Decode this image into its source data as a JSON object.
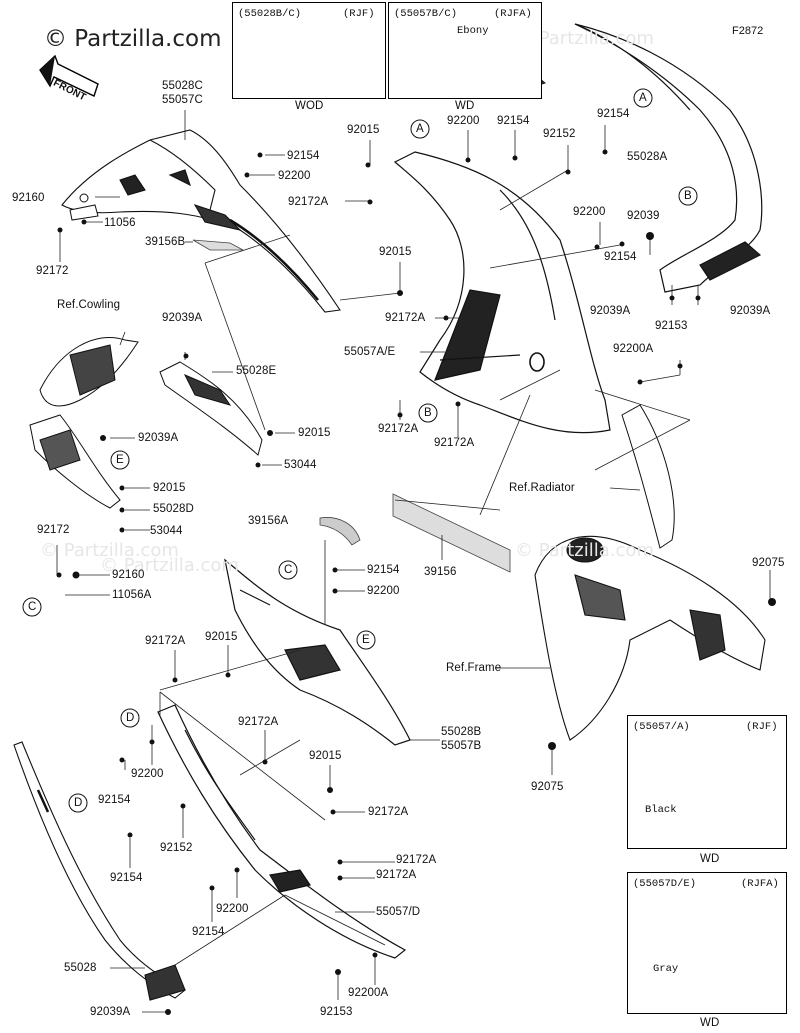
{
  "branding": {
    "site": "© Partzilla.com",
    "watermarks": [
      "© Partzilla.com",
      "© Partzilla.com",
      "© Partzilla.com",
      "© Partzilla.com"
    ]
  },
  "figure_id": "F2872",
  "front_arrow": "FRONT",
  "variant_boxes": [
    {
      "code": "(55028B/C)",
      "tag": "(RJF)",
      "sub": "",
      "caption": "WOD"
    },
    {
      "code": "(55057B/C)",
      "tag": "(RJFA)",
      "sub": "Ebony",
      "caption": "WD"
    },
    {
      "code": "(55057/A)",
      "tag": "(RJF)",
      "sub": "Black",
      "caption": "WD"
    },
    {
      "code": "(55057D/E)",
      "tag": "(RJFA)",
      "sub": "Gray",
      "caption": "WD"
    }
  ],
  "labels": [
    "55028C",
    "55057C",
    "92160",
    "11056",
    "39156B",
    "92172",
    "92154",
    "92200",
    "92015",
    "92200",
    "92154",
    "92152",
    "92154",
    "55028A",
    "92172A",
    "92039",
    "92200",
    "92154",
    "92015",
    "92039A",
    "92153",
    "92039A",
    "92172A",
    "55057A/E",
    "92200A",
    "92172A",
    "92172A",
    "Ref.Radiator",
    "Ref.Cowling",
    "92039A",
    "55028E",
    "92039A",
    "92015",
    "53044",
    "92015",
    "55028D",
    "53044",
    "92172",
    "92160",
    "11056A",
    "39156A",
    "92154",
    "92200",
    "39156",
    "92075",
    "Ref.Frame",
    "92075",
    "92172A",
    "92015",
    "92172A",
    "92015",
    "55028B",
    "55057B",
    "92200",
    "92154",
    "92172A",
    "92152",
    "92154",
    "92172A",
    "92172A",
    "92200",
    "92154",
    "55057/D",
    "55028",
    "92200A",
    "92039A",
    "92153"
  ],
  "callouts": [
    "A",
    "A",
    "B",
    "B",
    "C",
    "C",
    "D",
    "D",
    "E",
    "E"
  ]
}
